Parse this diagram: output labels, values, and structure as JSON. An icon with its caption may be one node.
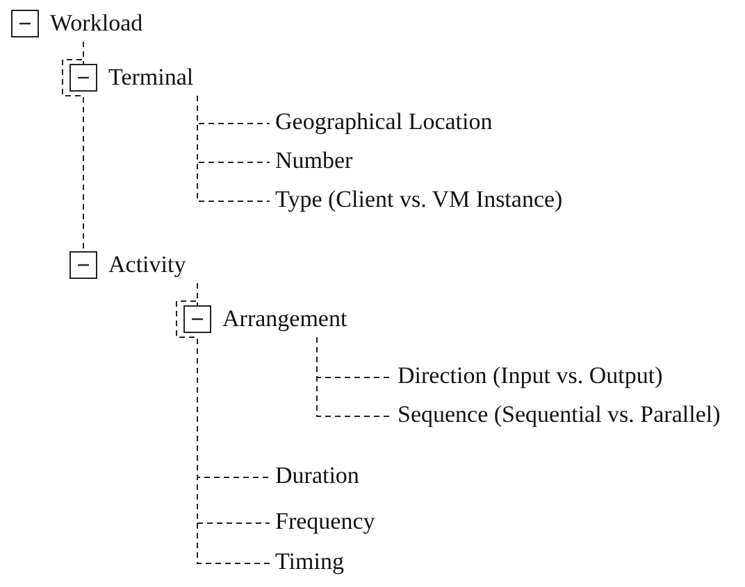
{
  "diagram": {
    "nodes": [
      {
        "text": [
          "Workload"
        ]
      },
      {
        "text": [
          "Terminal"
        ]
      },
      {
        "text": [
          "Geographical Location"
        ]
      },
      {
        "text": [
          "Number"
        ]
      },
      {
        "text": [
          "Type (Client vs. VM Instance)"
        ]
      },
      {
        "text": [
          "Activity"
        ]
      },
      {
        "text": [
          "Arrangement"
        ]
      },
      {
        "text": [
          "Direction (Input vs. Output)"
        ]
      },
      {
        "text": [
          "Sequence (Sequential vs. Parallel)"
        ]
      },
      {
        "text": [
          "Duration"
        ]
      },
      {
        "text": [
          "Frequency"
        ]
      },
      {
        "text": [
          "Timing"
        ]
      }
    ],
    "edges": [
      {
        "from": 0,
        "to": 1,
        "arrow": "none",
        "style": "dashed"
      },
      {
        "from": 1,
        "to": 2,
        "arrow": "none",
        "style": "dashed"
      },
      {
        "from": 1,
        "to": 3,
        "arrow": "none",
        "style": "dashed"
      },
      {
        "from": 1,
        "to": 4,
        "arrow": "none",
        "style": "dashed"
      },
      {
        "from": 0,
        "to": 5,
        "arrow": "none",
        "style": "dashed"
      },
      {
        "from": 5,
        "to": 6,
        "arrow": "none",
        "style": "dashed"
      },
      {
        "from": 6,
        "to": 7,
        "arrow": "none",
        "style": "dashed"
      },
      {
        "from": 6,
        "to": 8,
        "arrow": "none",
        "style": "dashed"
      },
      {
        "from": 5,
        "to": 9,
        "arrow": "none",
        "style": "dashed"
      },
      {
        "from": 5,
        "to": 10,
        "arrow": "none",
        "style": "dashed"
      },
      {
        "from": 5,
        "to": 11,
        "arrow": "none",
        "style": "dashed"
      }
    ]
  }
}
